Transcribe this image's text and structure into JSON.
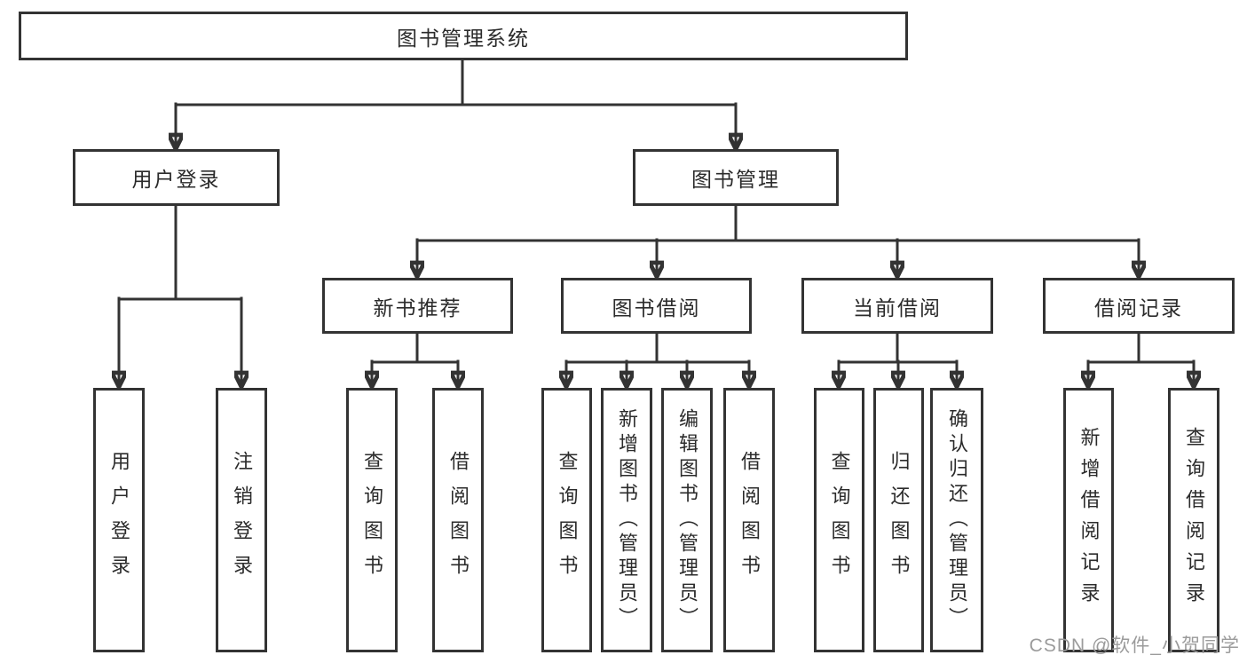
{
  "colors": {
    "line": "#333333",
    "box_border": "#333333",
    "text": "#2b2b2b",
    "watermark": "#9b9b9b",
    "background": "#ffffff"
  },
  "diagram": {
    "root": {
      "label": "图书管理系统"
    },
    "branches": [
      {
        "label": "用户登录",
        "children": [
          {
            "label": "用户登录"
          },
          {
            "label": "注销登录"
          }
        ]
      },
      {
        "label": "图书管理",
        "children": [
          {
            "label": "新书推荐",
            "children": [
              {
                "label": "查询图书"
              },
              {
                "label": "借阅图书"
              }
            ]
          },
          {
            "label": "图书借阅",
            "children": [
              {
                "label": "查询图书"
              },
              {
                "label": "新增图书（管理员）"
              },
              {
                "label": "编辑图书（管理员）"
              },
              {
                "label": "借阅图书"
              }
            ]
          },
          {
            "label": "当前借阅",
            "children": [
              {
                "label": "查询图书"
              },
              {
                "label": "归还图书"
              },
              {
                "label": "确认归还（管理员）"
              }
            ]
          },
          {
            "label": "借阅记录",
            "children": [
              {
                "label": "新增借阅记录"
              },
              {
                "label": "查询借阅记录"
              }
            ]
          }
        ]
      }
    ]
  },
  "watermark": {
    "text": "CSDN @软件_小贺同学"
  }
}
